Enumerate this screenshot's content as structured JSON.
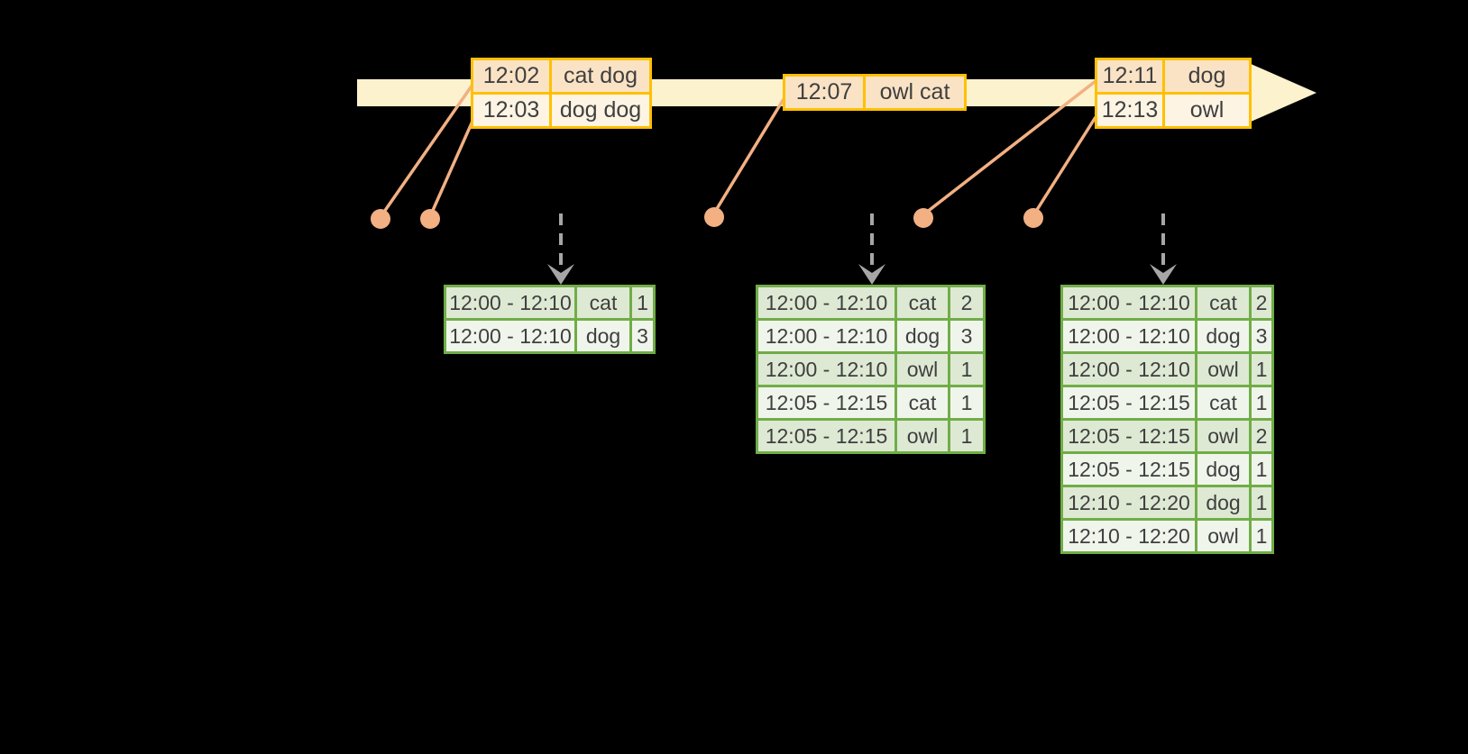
{
  "diagram": {
    "description": "streaming windowed word-count diagram: timed word events on an event-time arrow feed windowed count result tables",
    "colors": {
      "background": "#000000",
      "timeline_band": "#FCF2CD",
      "event_table_border": "#FFC000",
      "event_row_dark": "#FAE3C5",
      "event_row_light": "#FDF4E4",
      "result_table_border": "#70AD47",
      "result_row_dark": "#DEE9D4",
      "result_row_light": "#F0F5EC",
      "dot_and_line": "#F2B083",
      "dashed_arrow": "#A6A6A6",
      "text": "#3F3F3F"
    }
  },
  "event_tables": [
    {
      "rows": [
        {
          "time": "12:02",
          "words": "cat dog"
        },
        {
          "time": "12:03",
          "words": "dog dog"
        }
      ]
    },
    {
      "rows": [
        {
          "time": "12:07",
          "words": "owl cat"
        }
      ]
    },
    {
      "rows": [
        {
          "time": "12:11",
          "words": "dog"
        },
        {
          "time": "12:13",
          "words": "owl"
        }
      ]
    }
  ],
  "result_tables": [
    {
      "rows": [
        {
          "window": "12:00 - 12:10",
          "word": "cat",
          "count": "1"
        },
        {
          "window": "12:00 - 12:10",
          "word": "dog",
          "count": "3"
        }
      ]
    },
    {
      "rows": [
        {
          "window": "12:00 - 12:10",
          "word": "cat",
          "count": "2"
        },
        {
          "window": "12:00 - 12:10",
          "word": "dog",
          "count": "3"
        },
        {
          "window": "12:00 - 12:10",
          "word": "owl",
          "count": "1"
        },
        {
          "window": "12:05 - 12:15",
          "word": "cat",
          "count": "1"
        },
        {
          "window": "12:05 - 12:15",
          "word": "owl",
          "count": "1"
        }
      ]
    },
    {
      "rows": [
        {
          "window": "12:00 - 12:10",
          "word": "cat",
          "count": "2"
        },
        {
          "window": "12:00 - 12:10",
          "word": "dog",
          "count": "3"
        },
        {
          "window": "12:00 - 12:10",
          "word": "owl",
          "count": "1"
        },
        {
          "window": "12:05 - 12:15",
          "word": "cat",
          "count": "1"
        },
        {
          "window": "12:05 - 12:15",
          "word": "owl",
          "count": "2"
        },
        {
          "window": "12:05 - 12:15",
          "word": "dog",
          "count": "1"
        },
        {
          "window": "12:10 - 12:20",
          "word": "dog",
          "count": "1"
        },
        {
          "window": "12:10 - 12:20",
          "word": "owl",
          "count": "1"
        }
      ]
    }
  ]
}
